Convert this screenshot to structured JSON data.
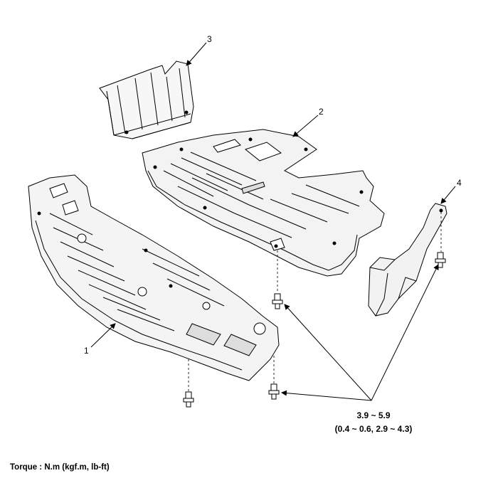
{
  "callouts": {
    "c1": "1",
    "c2": "2",
    "c3": "3",
    "c4": "4"
  },
  "torque_spec": {
    "line1": "3.9 ~ 5.9",
    "line2": "(0.4 ~ 0.6, 2.9 ~ 4.3)"
  },
  "legend": "Torque : N.m (kgf.m, lb-ft)",
  "parts": [
    {
      "callout": "1",
      "icon": "front-under-cover-icon"
    },
    {
      "callout": "2",
      "icon": "center-under-cover-icon"
    },
    {
      "callout": "3",
      "icon": "rear-under-cover-icon"
    },
    {
      "callout": "4",
      "icon": "side-under-cover-bracket-icon"
    },
    {
      "icon": "bolt-icon"
    }
  ]
}
